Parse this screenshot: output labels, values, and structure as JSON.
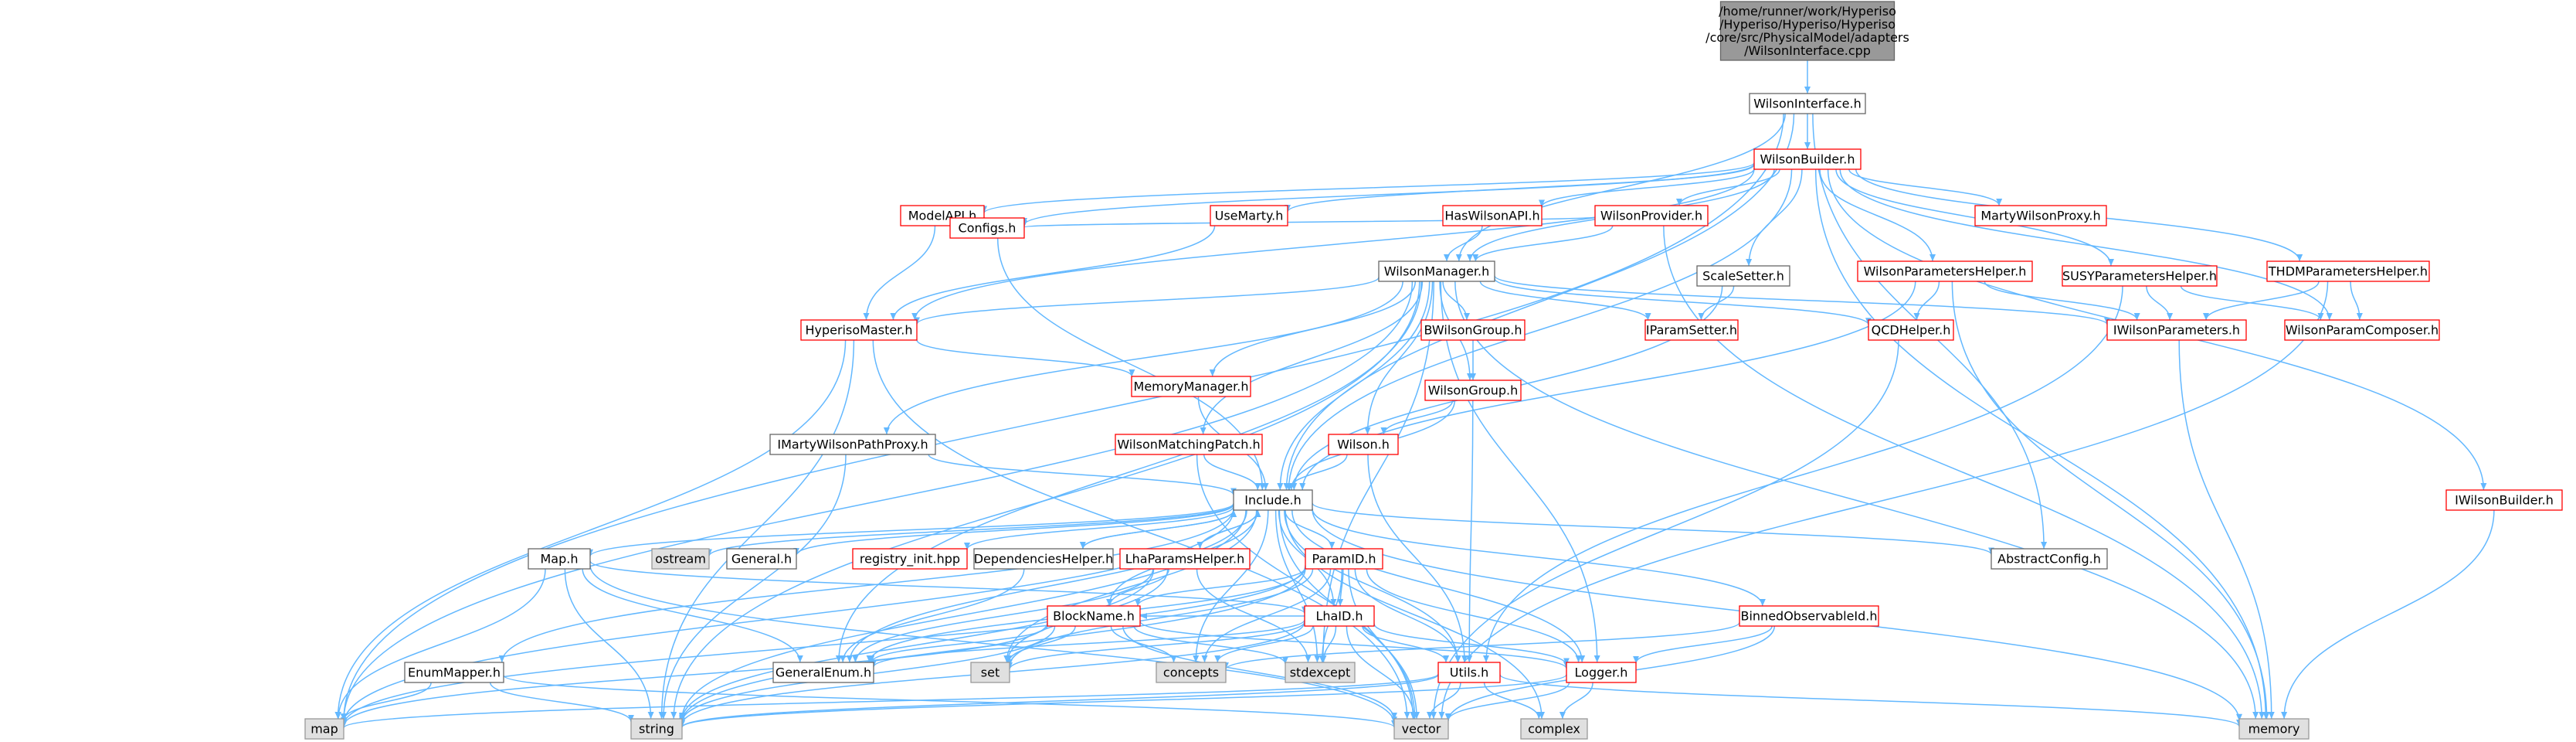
{
  "colors": {
    "edge": "#63B8FF",
    "root_fill": "#999999",
    "root_border": "#666666",
    "normal_fill": "#ffffff",
    "normal_border": "#666666",
    "truncated_border": "#ff0000",
    "system_fill": "#e0e0e0",
    "system_border": "#999999",
    "text": "#000000"
  },
  "nodes": [
    {
      "id": "root",
      "lines": [
        "/home/runner/work/Hyperiso",
        "/Hyperiso/Hyperiso/Hyperiso",
        "/core/src/PhysicalModel/adapters",
        "/WilsonInterface.cpp"
      ],
      "kind": "root"
    },
    {
      "id": "WilsonInterface",
      "lines": [
        "WilsonInterface.h"
      ],
      "kind": "normal"
    },
    {
      "id": "WilsonBuilder",
      "lines": [
        "WilsonBuilder.h"
      ],
      "kind": "truncated"
    },
    {
      "id": "ModelAPI",
      "lines": [
        "ModelAPI.h"
      ],
      "kind": "truncated"
    },
    {
      "id": "UseMarty",
      "lines": [
        "UseMarty.h"
      ],
      "kind": "truncated"
    },
    {
      "id": "HasWilsonAPI",
      "lines": [
        "HasWilsonAPI.h"
      ],
      "kind": "truncated"
    },
    {
      "id": "WilsonProvider",
      "lines": [
        "WilsonProvider.h"
      ],
      "kind": "truncated"
    },
    {
      "id": "MartyWilsonProxy",
      "lines": [
        "MartyWilsonProxy.h"
      ],
      "kind": "truncated"
    },
    {
      "id": "Configs",
      "lines": [
        "Configs.h"
      ],
      "kind": "truncated"
    },
    {
      "id": "WilsonManager",
      "lines": [
        "WilsonManager.h"
      ],
      "kind": "normal"
    },
    {
      "id": "ScaleSetter",
      "lines": [
        "ScaleSetter.h"
      ],
      "kind": "normal"
    },
    {
      "id": "WilsonParametersHelper",
      "lines": [
        "WilsonParametersHelper.h"
      ],
      "kind": "truncated"
    },
    {
      "id": "SUSYParametersHelper",
      "lines": [
        "SUSYParametersHelper.h"
      ],
      "kind": "truncated"
    },
    {
      "id": "THDMParametersHelper",
      "lines": [
        "THDMParametersHelper.h"
      ],
      "kind": "truncated"
    },
    {
      "id": "HyperisoMaster",
      "lines": [
        "HyperisoMaster.h"
      ],
      "kind": "truncated"
    },
    {
      "id": "BWilsonGroup",
      "lines": [
        "BWilsonGroup.h"
      ],
      "kind": "truncated"
    },
    {
      "id": "IParamSetter",
      "lines": [
        "IParamSetter.h"
      ],
      "kind": "truncated"
    },
    {
      "id": "QCDHelper",
      "lines": [
        "QCDHelper.h"
      ],
      "kind": "truncated"
    },
    {
      "id": "IWilsonParameters",
      "lines": [
        "IWilsonParameters.h"
      ],
      "kind": "truncated"
    },
    {
      "id": "WilsonParamComposer",
      "lines": [
        "WilsonParamComposer.h"
      ],
      "kind": "truncated"
    },
    {
      "id": "MemoryManager",
      "lines": [
        "MemoryManager.h"
      ],
      "kind": "truncated"
    },
    {
      "id": "WilsonGroup",
      "lines": [
        "WilsonGroup.h"
      ],
      "kind": "truncated"
    },
    {
      "id": "IMartyWilsonPathProxy",
      "lines": [
        "IMartyWilsonPathProxy.h"
      ],
      "kind": "normal"
    },
    {
      "id": "WilsonMatchingPatch",
      "lines": [
        "WilsonMatchingPatch.h"
      ],
      "kind": "truncated"
    },
    {
      "id": "Wilson",
      "lines": [
        "Wilson.h"
      ],
      "kind": "truncated"
    },
    {
      "id": "Include",
      "lines": [
        "Include.h"
      ],
      "kind": "normal"
    },
    {
      "id": "IWilsonBuilder",
      "lines": [
        "IWilsonBuilder.h"
      ],
      "kind": "truncated"
    },
    {
      "id": "Map",
      "lines": [
        "Map.h"
      ],
      "kind": "normal"
    },
    {
      "id": "ostream",
      "lines": [
        "ostream"
      ],
      "kind": "system"
    },
    {
      "id": "General",
      "lines": [
        "General.h"
      ],
      "kind": "normal"
    },
    {
      "id": "registry_init",
      "lines": [
        "registry_init.hpp"
      ],
      "kind": "truncated"
    },
    {
      "id": "DependenciesHelper",
      "lines": [
        "DependenciesHelper.h"
      ],
      "kind": "normal"
    },
    {
      "id": "LhaParamsHelper",
      "lines": [
        "LhaParamsHelper.h"
      ],
      "kind": "truncated"
    },
    {
      "id": "ParamID",
      "lines": [
        "ParamID.h"
      ],
      "kind": "truncated"
    },
    {
      "id": "AbstractConfig",
      "lines": [
        "AbstractConfig.h"
      ],
      "kind": "normal"
    },
    {
      "id": "BlockName",
      "lines": [
        "BlockName.h"
      ],
      "kind": "truncated"
    },
    {
      "id": "LhaID",
      "lines": [
        "LhaID.h"
      ],
      "kind": "truncated"
    },
    {
      "id": "BinnedObservableId",
      "lines": [
        "BinnedObservableId.h"
      ],
      "kind": "truncated"
    },
    {
      "id": "EnumMapper",
      "lines": [
        "EnumMapper.h"
      ],
      "kind": "normal"
    },
    {
      "id": "GeneralEnum",
      "lines": [
        "GeneralEnum.h"
      ],
      "kind": "normal"
    },
    {
      "id": "set",
      "lines": [
        "set"
      ],
      "kind": "system"
    },
    {
      "id": "concepts",
      "lines": [
        "concepts"
      ],
      "kind": "system"
    },
    {
      "id": "stdexcept",
      "lines": [
        "stdexcept"
      ],
      "kind": "system"
    },
    {
      "id": "Utils",
      "lines": [
        "Utils.h"
      ],
      "kind": "truncated"
    },
    {
      "id": "Logger",
      "lines": [
        "Logger.h"
      ],
      "kind": "truncated"
    },
    {
      "id": "map",
      "lines": [
        "map"
      ],
      "kind": "system"
    },
    {
      "id": "string",
      "lines": [
        "string"
      ],
      "kind": "system"
    },
    {
      "id": "vector",
      "lines": [
        "vector"
      ],
      "kind": "system"
    },
    {
      "id": "complex",
      "lines": [
        "complex"
      ],
      "kind": "system"
    },
    {
      "id": "memory",
      "lines": [
        "memory"
      ],
      "kind": "system"
    }
  ]
}
